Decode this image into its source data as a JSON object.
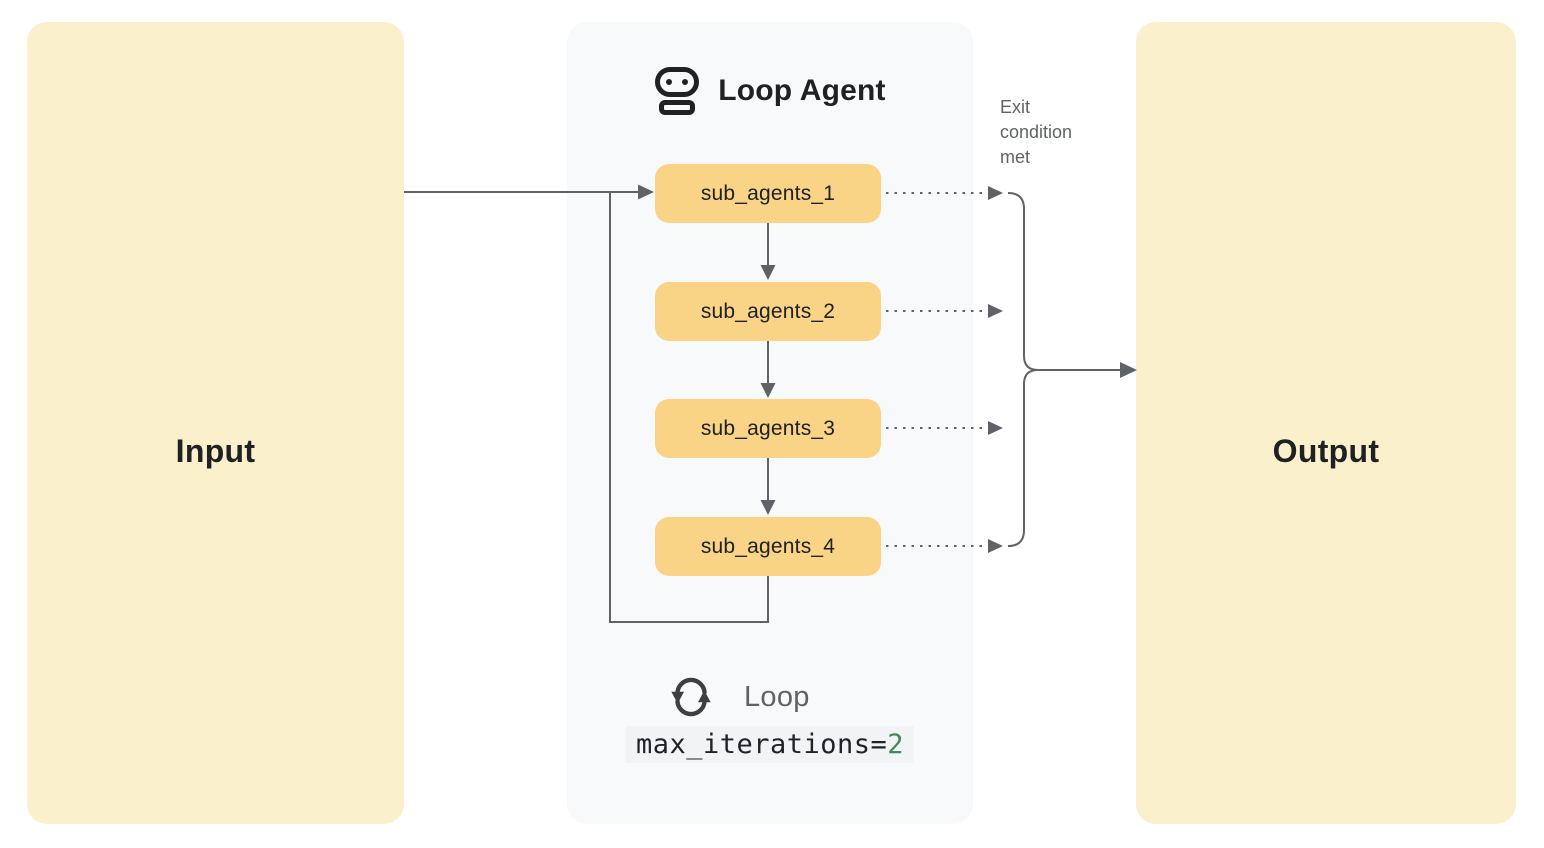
{
  "colors": {
    "accent_yellow": "#FAF0CC",
    "accent_orange": "#F9D386",
    "panel_bg": "#F8F9FA",
    "code_bg": "#F1F3F4",
    "line": "#5F6368",
    "text_dark": "#202124",
    "text_gray": "#5F6368",
    "code_green": "#44875A"
  },
  "input": {
    "label": "Input"
  },
  "output": {
    "label": "Output"
  },
  "panel": {
    "title": "Loop Agent",
    "title_icon": "robot-icon",
    "sub_agents": [
      {
        "label": "sub_agents_1"
      },
      {
        "label": "sub_agents_2"
      },
      {
        "label": "sub_agents_3"
      },
      {
        "label": "sub_agents_4"
      }
    ],
    "loop": {
      "icon": "loop-icon",
      "label": "Loop",
      "code_text": "max_iterations=",
      "code_value": "2"
    }
  },
  "annotations": {
    "exit_label": "Exit condition met"
  }
}
